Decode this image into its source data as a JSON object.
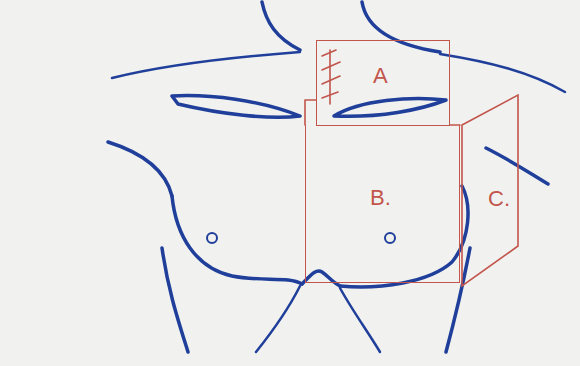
{
  "diagram": {
    "nodes": [
      {
        "text": [
          "A"
        ]
      },
      {
        "text": [
          "B."
        ]
      },
      {
        "text": [
          "C."
        ]
      }
    ]
  }
}
